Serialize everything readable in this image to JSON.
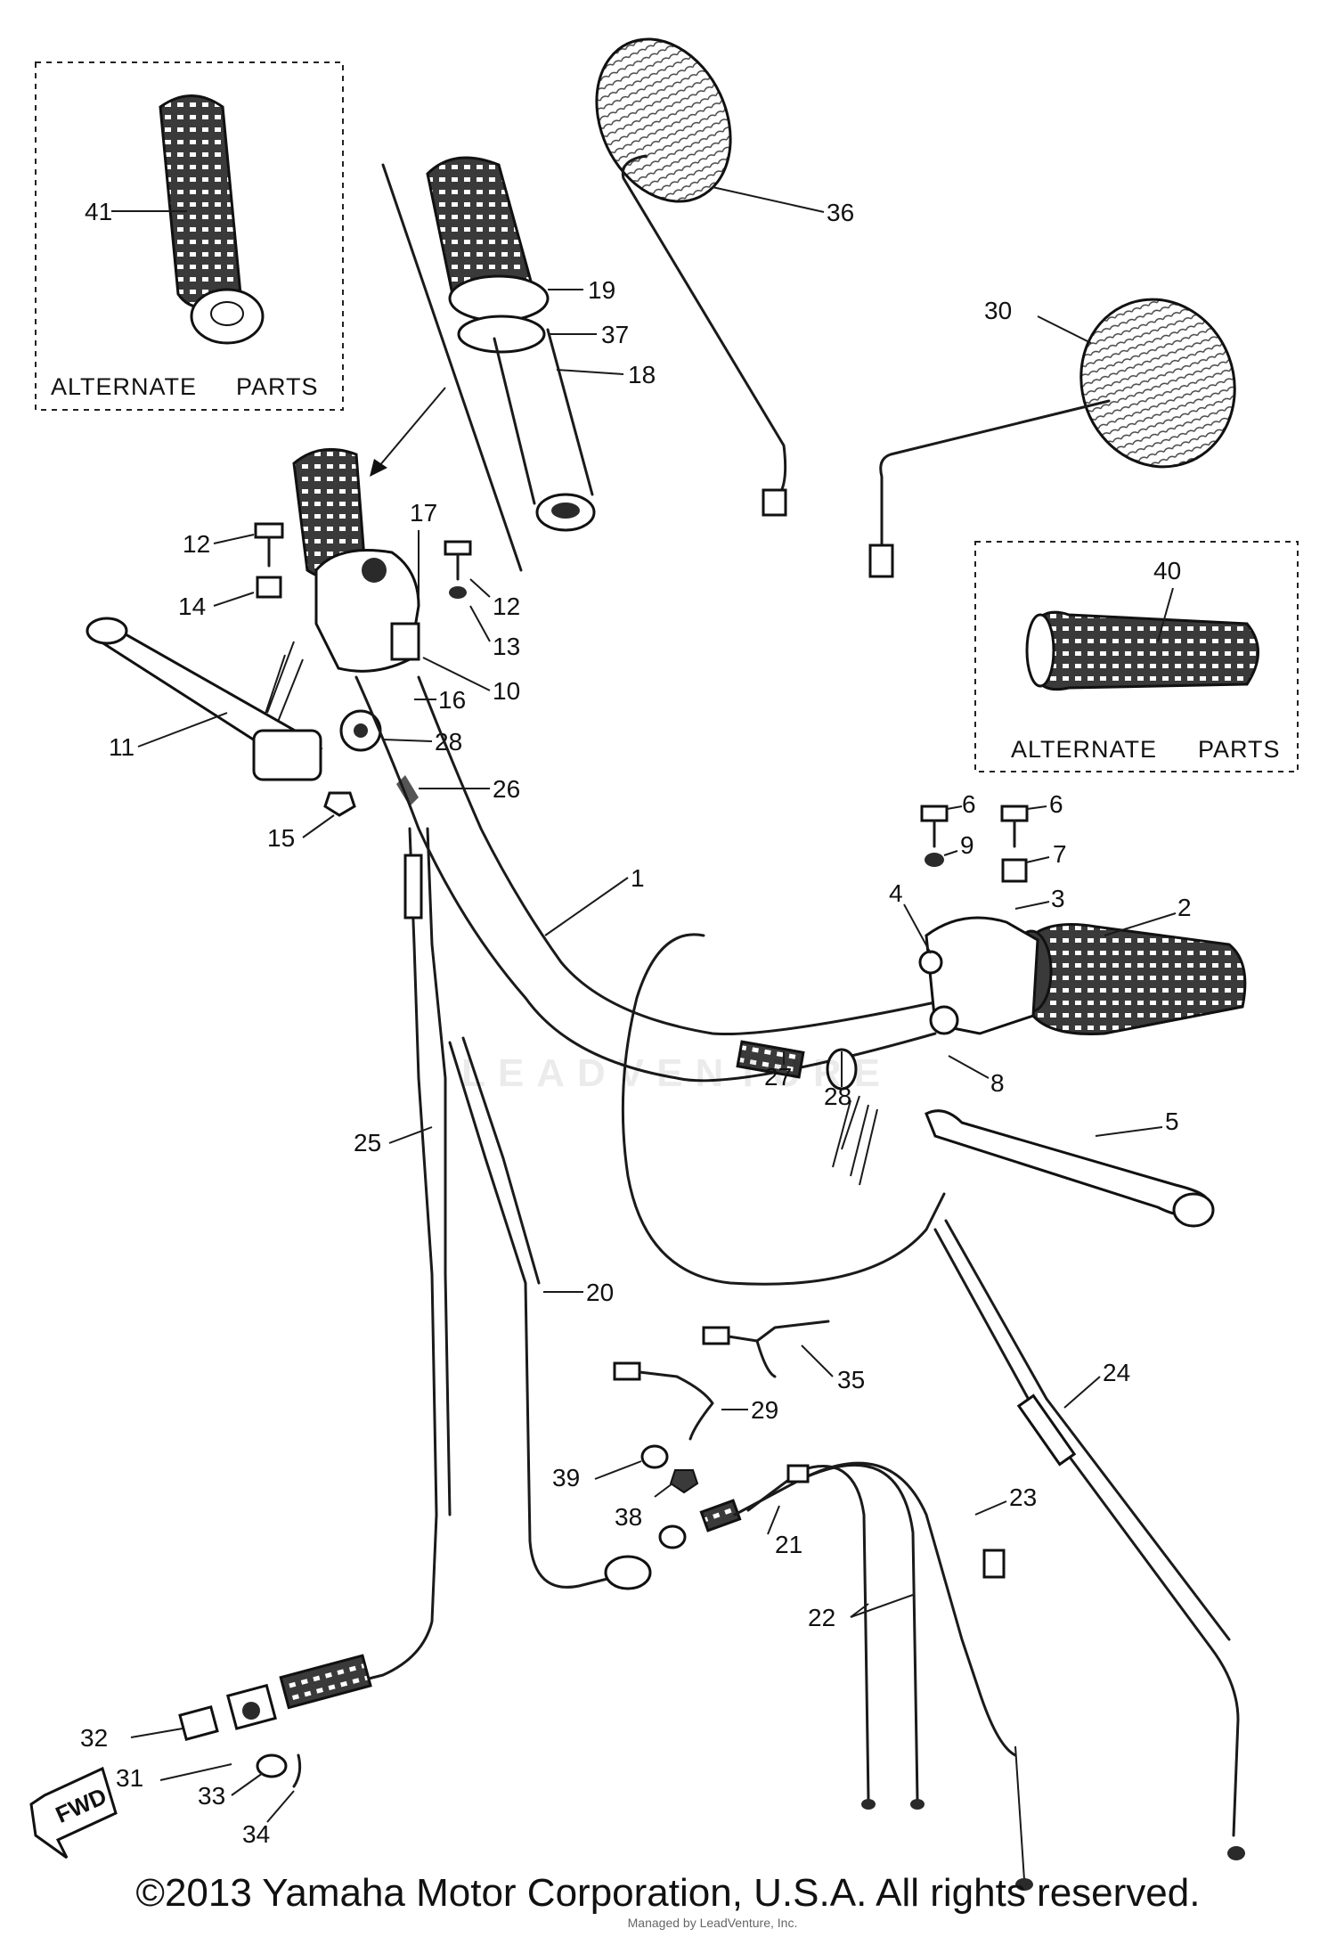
{
  "alternate_parts_labels": [
    "ALTERNATE",
    "PARTS"
  ],
  "callouts": {
    "p1": "1",
    "p2": "2",
    "p3": "3",
    "p4": "4",
    "p5": "5",
    "p6a": "6",
    "p6b": "6",
    "p7": "7",
    "p8": "8",
    "p9": "9",
    "p10": "10",
    "p11": "11",
    "p12a": "12",
    "p12b": "12",
    "p13": "13",
    "p14": "14",
    "p15": "15",
    "p16": "16",
    "p17": "17",
    "p18": "18",
    "p19": "19",
    "p20": "20",
    "p21": "21",
    "p22": "22",
    "p23": "23",
    "p24": "24",
    "p25": "25",
    "p26": "26",
    "p27": "27",
    "p28a": "28",
    "p28b": "28",
    "p29": "29",
    "p30": "30",
    "p31": "31",
    "p32": "32",
    "p33": "33",
    "p34": "34",
    "p35": "35",
    "p36": "36",
    "p37": "37",
    "p38": "38",
    "p39": "39",
    "p40": "40",
    "p41": "41"
  },
  "fwd_label": "FWD",
  "watermark": "LEADVENTURE",
  "copyright": "©2013 Yamaha Motor Corporation, U.S.A. All rights reserved.",
  "footer_note": "Managed by LeadVenture, Inc."
}
